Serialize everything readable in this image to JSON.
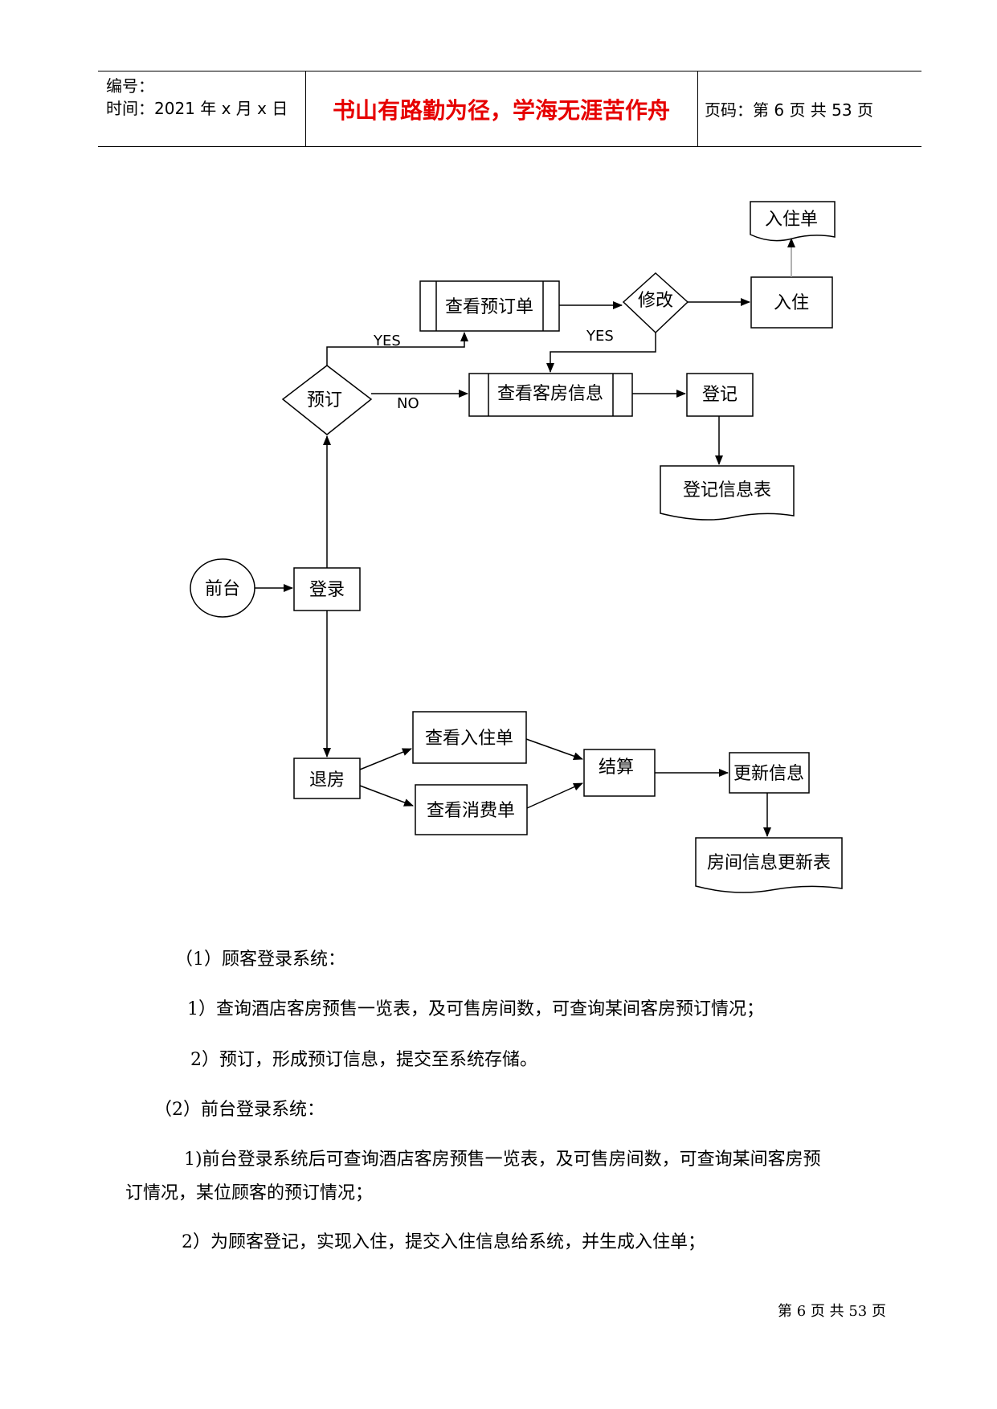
{
  "header": {
    "number_label": "编号：",
    "time_label": "时间：2021 年 x 月 x 日",
    "motto": "书山有路勤为径，学海无涯苦作舟",
    "page_label": "页码：第 6 页  共 53 页"
  },
  "diagram": {
    "nodes": {
      "qiantai": "前台",
      "denglu": "登录",
      "yuding": "预订",
      "chakan_yudingdan": "查看预订单",
      "xiugai": "修改",
      "ruzhu": "入住",
      "ruzhudan": "入住单",
      "chakan_kefang": "查看客房信息",
      "dengji": "登记",
      "dengji_biao": "登记信息表",
      "tuifang": "退房",
      "chakan_ruzhudan": "查看入住单",
      "chakan_xiaofei": "查看消费单",
      "jiesuan": "结算",
      "gengxin": "更新信息",
      "fangjian_biao": "房间信息更新表"
    },
    "edge_labels": {
      "yes1": "YES",
      "no": "NO",
      "yes2": "YES"
    }
  },
  "body": {
    "p1": "（1）顾客登录系统：",
    "p2": "1）查询酒店客房预售一览表，及可售房间数，可查询某间客房预订情况；",
    "p3": "2）预订，形成预订信息，提交至系统存储。",
    "p4": "（2）前台登录系统：",
    "p5a": "1)前台登录系统后可查询酒店客房预售一览表，及可售房间数，可查询某间客房预",
    "p5b": "订情况，某位顾客的预订情况；",
    "p6": "2）为顾客登记，实现入住，提交入住信息给系统，并生成入住单；"
  },
  "footer": {
    "page": "第 6 页  共 53 页"
  }
}
